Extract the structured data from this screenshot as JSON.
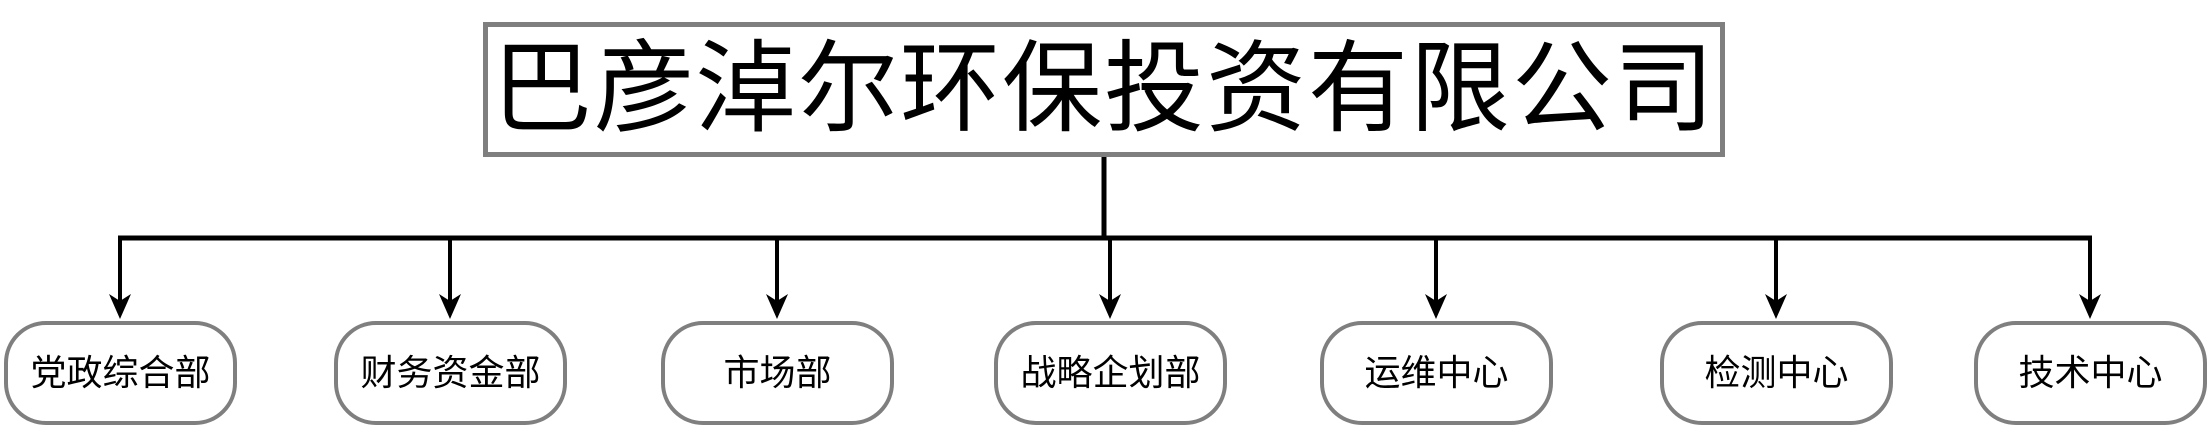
{
  "company": {
    "name": "巴彦淖尔环保投资有限公司"
  },
  "departments": [
    {
      "label": "党政综合部"
    },
    {
      "label": "财务资金部"
    },
    {
      "label": "市场部"
    },
    {
      "label": "战略企划部"
    },
    {
      "label": "运维中心"
    },
    {
      "label": "检测中心"
    },
    {
      "label": "技术中心"
    }
  ],
  "colors": {
    "box_border_gray": "#7f7f7f",
    "connector_black": "#000000",
    "text_black": "#000000",
    "background_white": "#ffffff"
  }
}
